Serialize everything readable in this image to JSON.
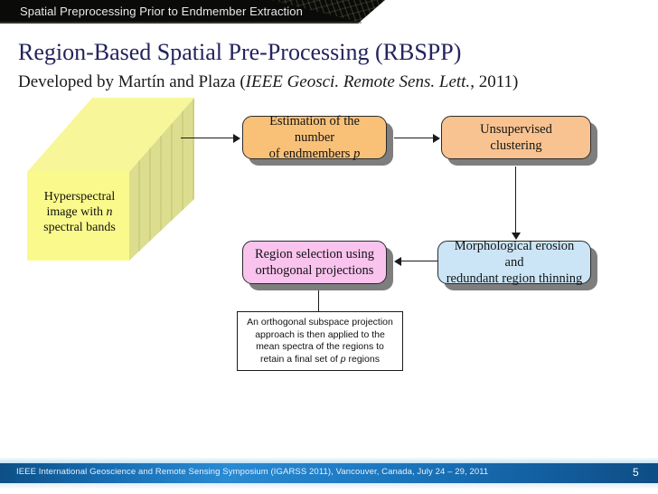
{
  "header": {
    "title": "Spatial Preprocessing Prior to Endmember Extraction"
  },
  "slide": {
    "title": "Region-Based Spatial Pre-Processing (RBSPP)",
    "subtitle_prefix": "Developed by Martín and Plaza (",
    "subtitle_journal": "IEEE Geosci. Remote Sens. Lett.",
    "subtitle_suffix": ", 2011)"
  },
  "diagram": {
    "cube": {
      "label_line1": "Hyperspectral",
      "label_line2_prefix": "image with ",
      "label_line2_var": "n",
      "label_line3": "spectral bands"
    },
    "boxes": [
      {
        "name": "estimation",
        "line1": "Estimation of the number",
        "line2_prefix": "of endmembers ",
        "line2_var": "p",
        "color": "#f9c178"
      },
      {
        "name": "unsupervised-clustering",
        "line1": "Unsupervised",
        "line2_prefix": "clustering",
        "line2_var": "",
        "color": "#f8c391"
      },
      {
        "name": "region-selection",
        "line1": "Region selection using",
        "line2_prefix": "orthogonal projections",
        "line2_var": "",
        "color": "#f9c3ee"
      },
      {
        "name": "morphological-erosion",
        "line1": "Morphological erosion and",
        "line2_prefix": "redundant region thinning",
        "line2_var": "",
        "color": "#cbe5f7"
      }
    ],
    "caption": {
      "line1": "An orthogonal subspace projection",
      "line2": "approach is then applied to the",
      "line3": "mean spectra of the regions to",
      "line4_prefix": "retain a final set of ",
      "line4_var": "p",
      "line4_suffix": " regions"
    }
  },
  "footer": {
    "text": "IEEE International Geoscience and Remote Sensing Symposium (IGARSS 2011), Vancouver, Canada, July 24 – 29, 2011",
    "page": "5"
  }
}
